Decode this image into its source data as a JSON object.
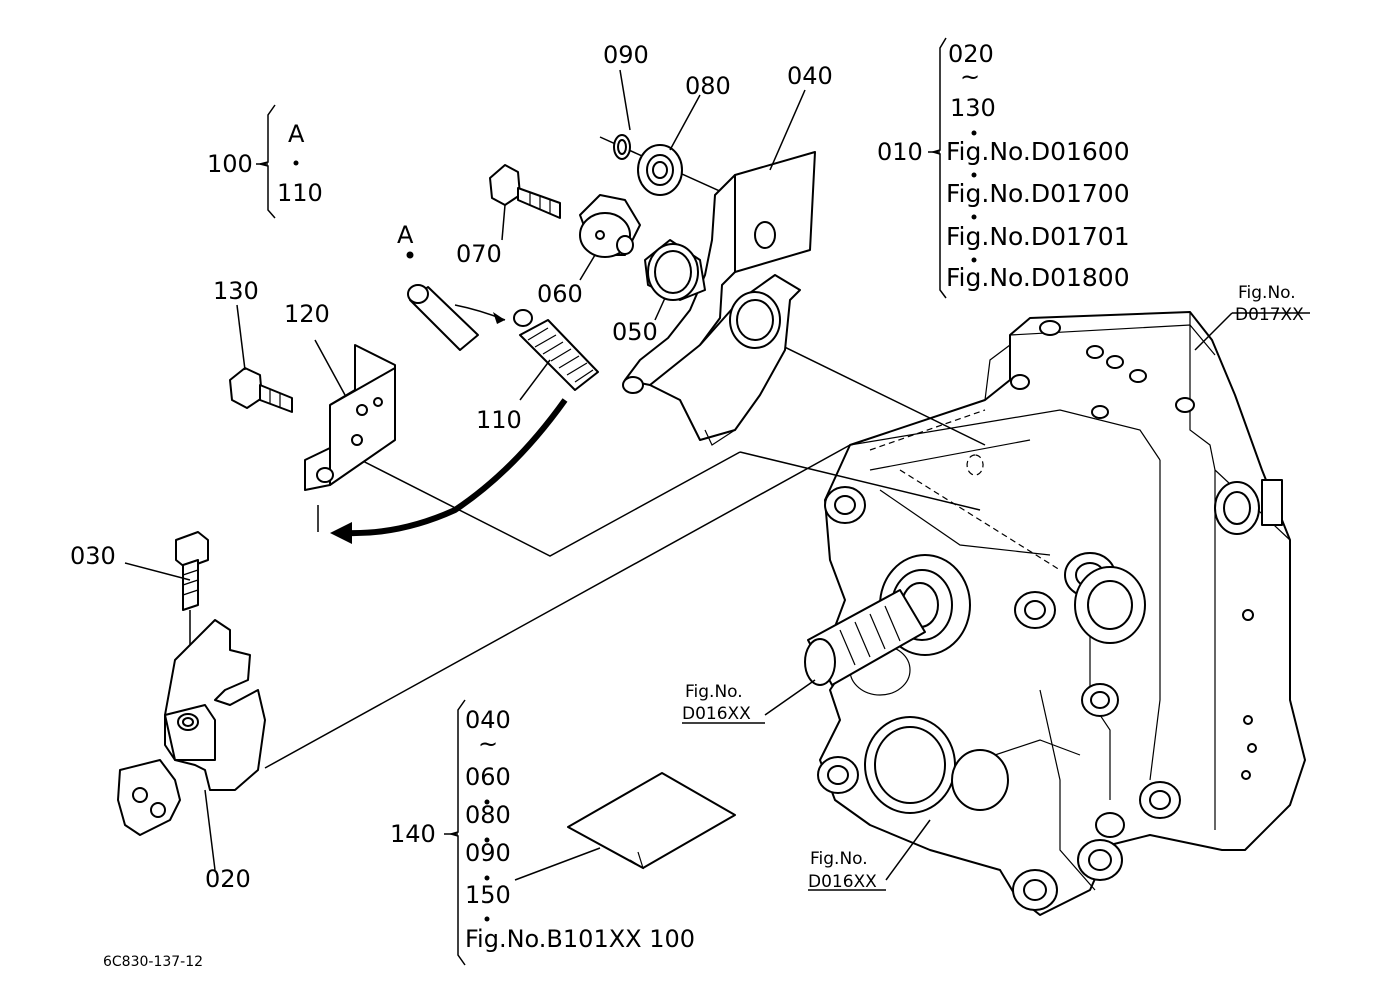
{
  "labels": {
    "p010": "010",
    "p020": "020",
    "p030": "030",
    "p040": "040",
    "p050": "050",
    "p060": "060",
    "p070": "070",
    "p080": "080",
    "p090": "090",
    "p100": "100",
    "p110": "110",
    "p120": "120",
    "p130": "130",
    "p140": "140",
    "a_marker": "A"
  },
  "group_100": {
    "top": "A",
    "bottom": "110"
  },
  "group_010": {
    "line1": "020",
    "tilde": "~",
    "line2": "130",
    "fig1": "Fig.No.D01600",
    "fig2": "Fig.No.D01700",
    "fig3": "Fig.No.D01701",
    "fig4": "Fig.No.D01800"
  },
  "group_140": {
    "line1": "040",
    "tilde": "~",
    "line2": "060",
    "line3": "080",
    "line4": "090",
    "line5": "150",
    "line6": "Fig.No.B101XX  100"
  },
  "refs": {
    "d017_line1": "Fig.No.",
    "d017_line2": "D017XX",
    "d016a_line1": "Fig.No.",
    "d016a_line2": "D016XX",
    "d016b_line1": "Fig.No.",
    "d016b_line2": "D016XX"
  },
  "drawing_code": "6C830-137-12"
}
